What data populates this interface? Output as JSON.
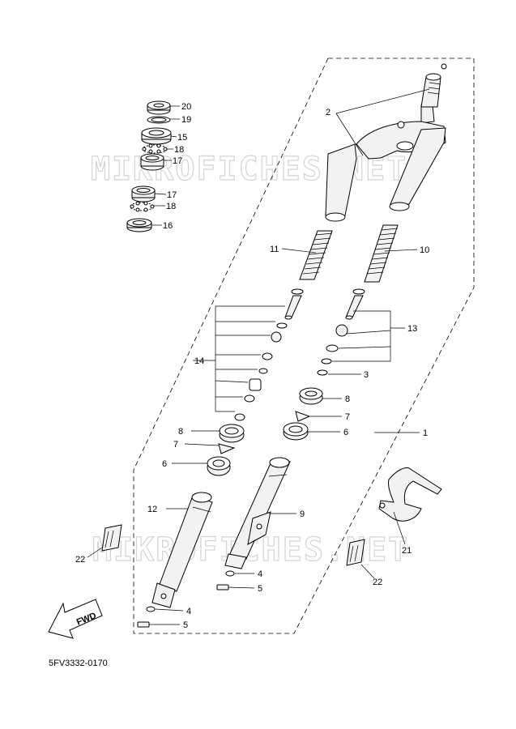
{
  "diagram_code": "5FV3332-0170",
  "watermarks": [
    "MIKROFICHES.NET",
    "MIKROFICHES.NET"
  ],
  "fwd_label": "FWD",
  "callouts": {
    "c20": "20",
    "c19": "19",
    "c15": "15",
    "c18a": "18",
    "c17a": "17",
    "c17b": "17",
    "c18b": "18",
    "c16": "16",
    "c2": "2",
    "c11": "11",
    "c10": "10",
    "c13": "13",
    "c14": "14",
    "c3": "3",
    "c8a": "8",
    "c7a": "7",
    "c6a": "6",
    "c1": "1",
    "c8b": "8",
    "c7b": "7",
    "c6b": "6",
    "c12": "12",
    "c9": "9",
    "c4a": "4",
    "c5a": "5",
    "c4b": "4",
    "c5b": "5",
    "c22a": "22",
    "c22b": "22",
    "c21": "21"
  }
}
